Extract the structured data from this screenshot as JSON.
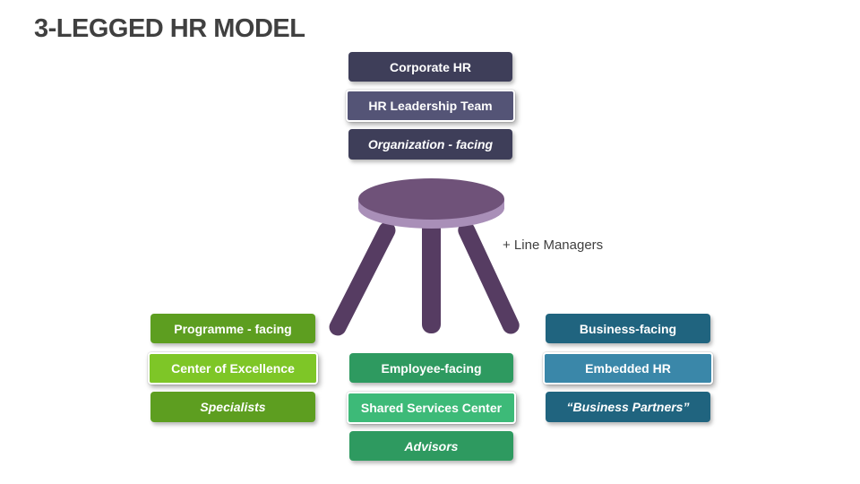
{
  "title": "3-LEGGED HR MODEL",
  "annotation": "+ Line Managers",
  "stool": {
    "seat_top_color": "#6f5279",
    "seat_rim_color": "#a98fb8",
    "leg_color": "#563c62"
  },
  "groups": [
    {
      "name": "corporate",
      "boxes": [
        {
          "label": "Corporate HR",
          "color": "#3e3e59"
        },
        {
          "label": "HR Leadership Team",
          "color": "#545476"
        },
        {
          "label": "Organization - facing",
          "color": "#3e3e59"
        }
      ]
    },
    {
      "name": "programme",
      "boxes": [
        {
          "label": "Programme - facing",
          "color": "#5d9e20"
        },
        {
          "label": "Center of Excellence",
          "color": "#7ec627"
        },
        {
          "label": "Specialists",
          "color": "#5d9e20"
        }
      ]
    },
    {
      "name": "employee",
      "boxes": [
        {
          "label": "Employee-facing",
          "color": "#2e9a60"
        },
        {
          "label": "Shared Services Center",
          "color": "#3dba78"
        },
        {
          "label": "Advisors",
          "color": "#2e9a60"
        }
      ]
    },
    {
      "name": "business",
      "boxes": [
        {
          "label": "Business-facing",
          "color": "#20647f"
        },
        {
          "label": "Embedded HR",
          "color": "#3a87a9"
        },
        {
          "label": "“Business Partners”",
          "color": "#20647f"
        }
      ]
    }
  ]
}
